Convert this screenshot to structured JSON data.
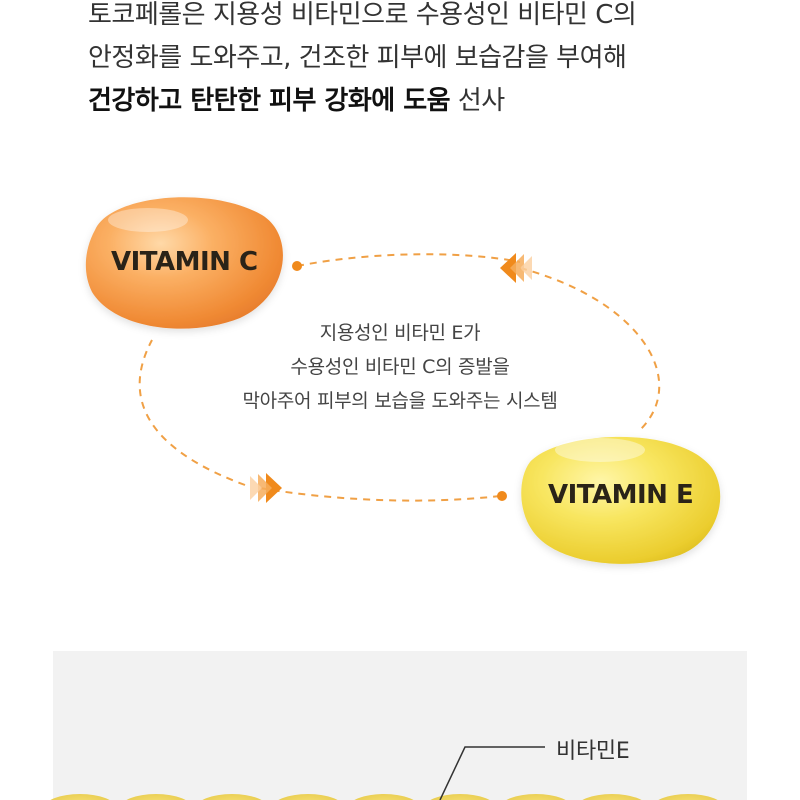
{
  "intro": {
    "line1": "토코페롤은 지용성 비타민으로 수용성인 비타민 C의",
    "line2": "안정화를 도와주고, 건조한 피부에 보습감을 부여해",
    "line3_bold": "건강하고 탄탄한 피부 강화에 도움",
    "line3_normal": " 선사"
  },
  "diagram": {
    "capsule_c": {
      "label": "VITAMIN C",
      "color": "#f5a04a"
    },
    "capsule_e": {
      "label": "VITAMIN E",
      "color": "#f2dc3a"
    },
    "cycle_lines": [
      "지용성인 비타민 E가",
      "수용성인 비타민 C의 증발을",
      "막아주어 피부의 보습을 도와주는 시스템"
    ],
    "arrow_color": "#f08a1c"
  },
  "panel": {
    "label": "비타민E"
  }
}
